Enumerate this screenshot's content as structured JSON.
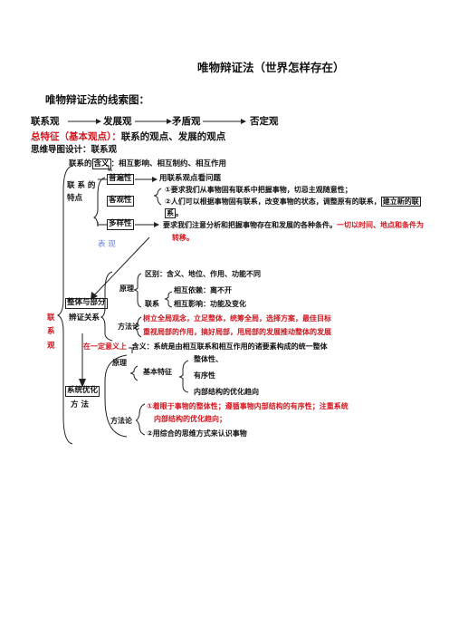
{
  "title": "唯物辩证法（世界怎样存在）",
  "subtitle": "唯物辩证法的线索图：",
  "flow": [
    "联系观",
    "发展观",
    "矛盾观",
    "否定观"
  ],
  "general_feature": {
    "label": "总特征（基本观点）：",
    "text": "联系的观点、发展的观点"
  },
  "mindmap_label": "思维导图设计：联系观",
  "meaning": {
    "box": "含义",
    "text": "：相互影响、相互制约、相互作用"
  },
  "features_label": [
    "联 系 的",
    "特点"
  ],
  "universality": {
    "box": "普遍性",
    "text": "用联系观点看问题"
  },
  "objectivity": {
    "box": "客观性",
    "line1": "①要求我们从事物固有联系中把握事物，切忌主观随意性；",
    "line2": "②人们可以根据事物固有联系，改变事物的状态，调整原有的联系，",
    "box2a": "建立新的联",
    "box2b": "系",
    "end": "。"
  },
  "diversity": {
    "box": "多样性",
    "text": "要求我们注意分析和把握事物存在和发展的各种条件。",
    "red1": "一切以时间、地点和条件为",
    "red2": "转移。"
  },
  "manifest": "表  现",
  "whole_part": {
    "box": "整体与部分",
    "principle": "原理",
    "diff": "区别：含义、地位、作用、功能不同",
    "relation": "联系",
    "rel1": "相互依赖：离不开",
    "rel2": "相互影响：功能及变化",
    "dialectic": "辨证关系",
    "method": "方法论",
    "m1": "树立全局观念，立足整体，统筹全局，选择方案，最佳目标",
    "m2": "重视局部的作用，搞好局部，用局部的发展推动整体的发展"
  },
  "side_red": [
    "联",
    "系",
    "观"
  ],
  "certain_sense": {
    "red": "在一定意义上",
    "text": "含义：系统是由相互联系和相互作用的诸要素构成的统一整体"
  },
  "system": {
    "box": "系统优化",
    "principle": "原理",
    "basic": "基本特征",
    "f1": "整体性、",
    "f2": "有序性",
    "f3": "内部结构的优化趋向",
    "method_label": "方  法",
    "method": "方法论",
    "r1": "①着眼于事物的整体性；遵循事物内部结构的有序性；注重系统",
    "r2": "内部结构的优化趋向；",
    "r3": "②用综合的思维方式来认识事物"
  }
}
